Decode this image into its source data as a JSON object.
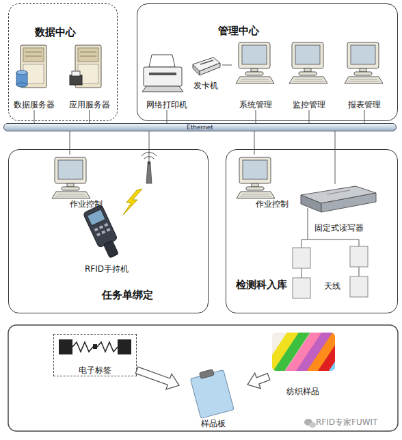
{
  "diagram": {
    "nodes": [
      {
        "text": [
          "数据中心"
        ]
      },
      {
        "text": [
          "数据服务器"
        ],
        "in": 0
      },
      {
        "text": [
          "应用服务器"
        ],
        "in": 0
      },
      {
        "text": [
          "管理中心"
        ]
      },
      {
        "text": [
          "网络打印机"
        ],
        "in": 3
      },
      {
        "text": [
          "发卡机"
        ],
        "in": 3
      },
      {
        "text": [
          "系统管理"
        ],
        "in": 3
      },
      {
        "text": [
          "监控管理"
        ],
        "in": 3
      },
      {
        "text": [
          "报表管理"
        ],
        "in": 3
      },
      {
        "text": [
          "Ethernet"
        ]
      },
      {
        "text": [
          "任务单绑定"
        ]
      },
      {
        "text": [
          "作业控制"
        ],
        "in": 10
      },
      {
        "text": [
          "RFID手持机"
        ],
        "in": 10
      },
      {
        "text": [
          "检测科入库"
        ]
      },
      {
        "text": [
          "作业控制"
        ],
        "in": 13
      },
      {
        "text": [
          "固定式读写器"
        ],
        "in": 13
      },
      {
        "text": [
          "电子标签"
        ]
      },
      {
        "text": [
          "纺织样品"
        ]
      },
      {
        "text": [
          "样品板"
        ]
      }
    ],
    "edges": [
      {
        "from": 1,
        "to": 9,
        "arrow": "none"
      },
      {
        "from": 2,
        "to": 9,
        "arrow": "none"
      },
      {
        "from": 4,
        "to": 9,
        "arrow": "none"
      },
      {
        "from": 5,
        "to": 6,
        "arrow": "none"
      },
      {
        "from": 6,
        "to": 9,
        "arrow": "none"
      },
      {
        "from": 7,
        "to": 9,
        "arrow": "none"
      },
      {
        "from": 8,
        "to": 9,
        "arrow": "none"
      },
      {
        "from": 9,
        "to": 11,
        "arrow": "none"
      },
      {
        "from": 9,
        "to": 14,
        "arrow": "none"
      },
      {
        "from": 9,
        "to": 15,
        "arrow": "none"
      },
      {
        "from": 16,
        "to": 18,
        "arrow": "to"
      },
      {
        "from": 17,
        "to": 18,
        "arrow": "to"
      }
    ],
    "labels": [
      "天线",
      "RFID专家FUWIT"
    ]
  }
}
